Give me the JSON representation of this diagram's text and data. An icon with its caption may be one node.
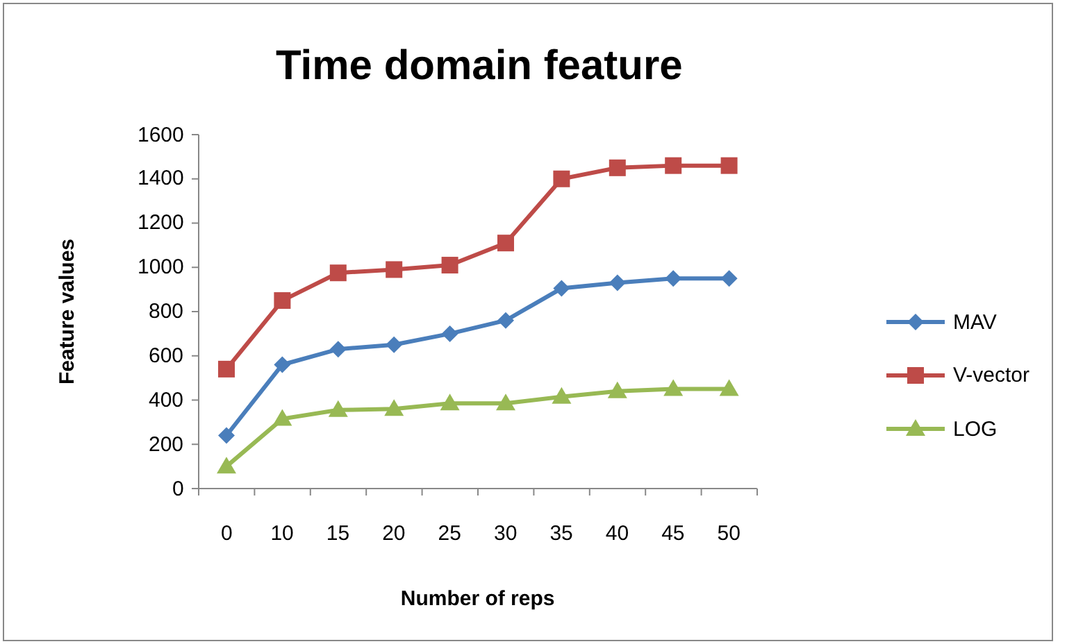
{
  "diagram": {
    "chart_data": {
      "type": "line",
      "title": "Time domain feature",
      "xlabel": "Number of reps",
      "ylabel": "Feature values",
      "categories": [
        "0",
        "10",
        "15",
        "20",
        "25",
        "30",
        "35",
        "40",
        "45",
        "50"
      ],
      "legend": true,
      "ylim": [
        0,
        1600
      ],
      "yticks": [
        0,
        200,
        400,
        600,
        800,
        1000,
        1200,
        1400,
        1600
      ],
      "series": [
        {
          "name": "MAV",
          "color": "#4a7ebb",
          "marker": "diamond",
          "values": [
            240,
            560,
            630,
            650,
            700,
            760,
            905,
            930,
            950,
            950
          ]
        },
        {
          "name": "V-vector",
          "color": "#be4b48",
          "marker": "square",
          "values": [
            540,
            850,
            975,
            990,
            1010,
            1110,
            1400,
            1450,
            1460,
            1460
          ]
        },
        {
          "name": "LOG",
          "color": "#98b954",
          "marker": "triangle",
          "values": [
            100,
            315,
            355,
            360,
            385,
            385,
            415,
            440,
            450,
            450
          ]
        }
      ]
    }
  }
}
